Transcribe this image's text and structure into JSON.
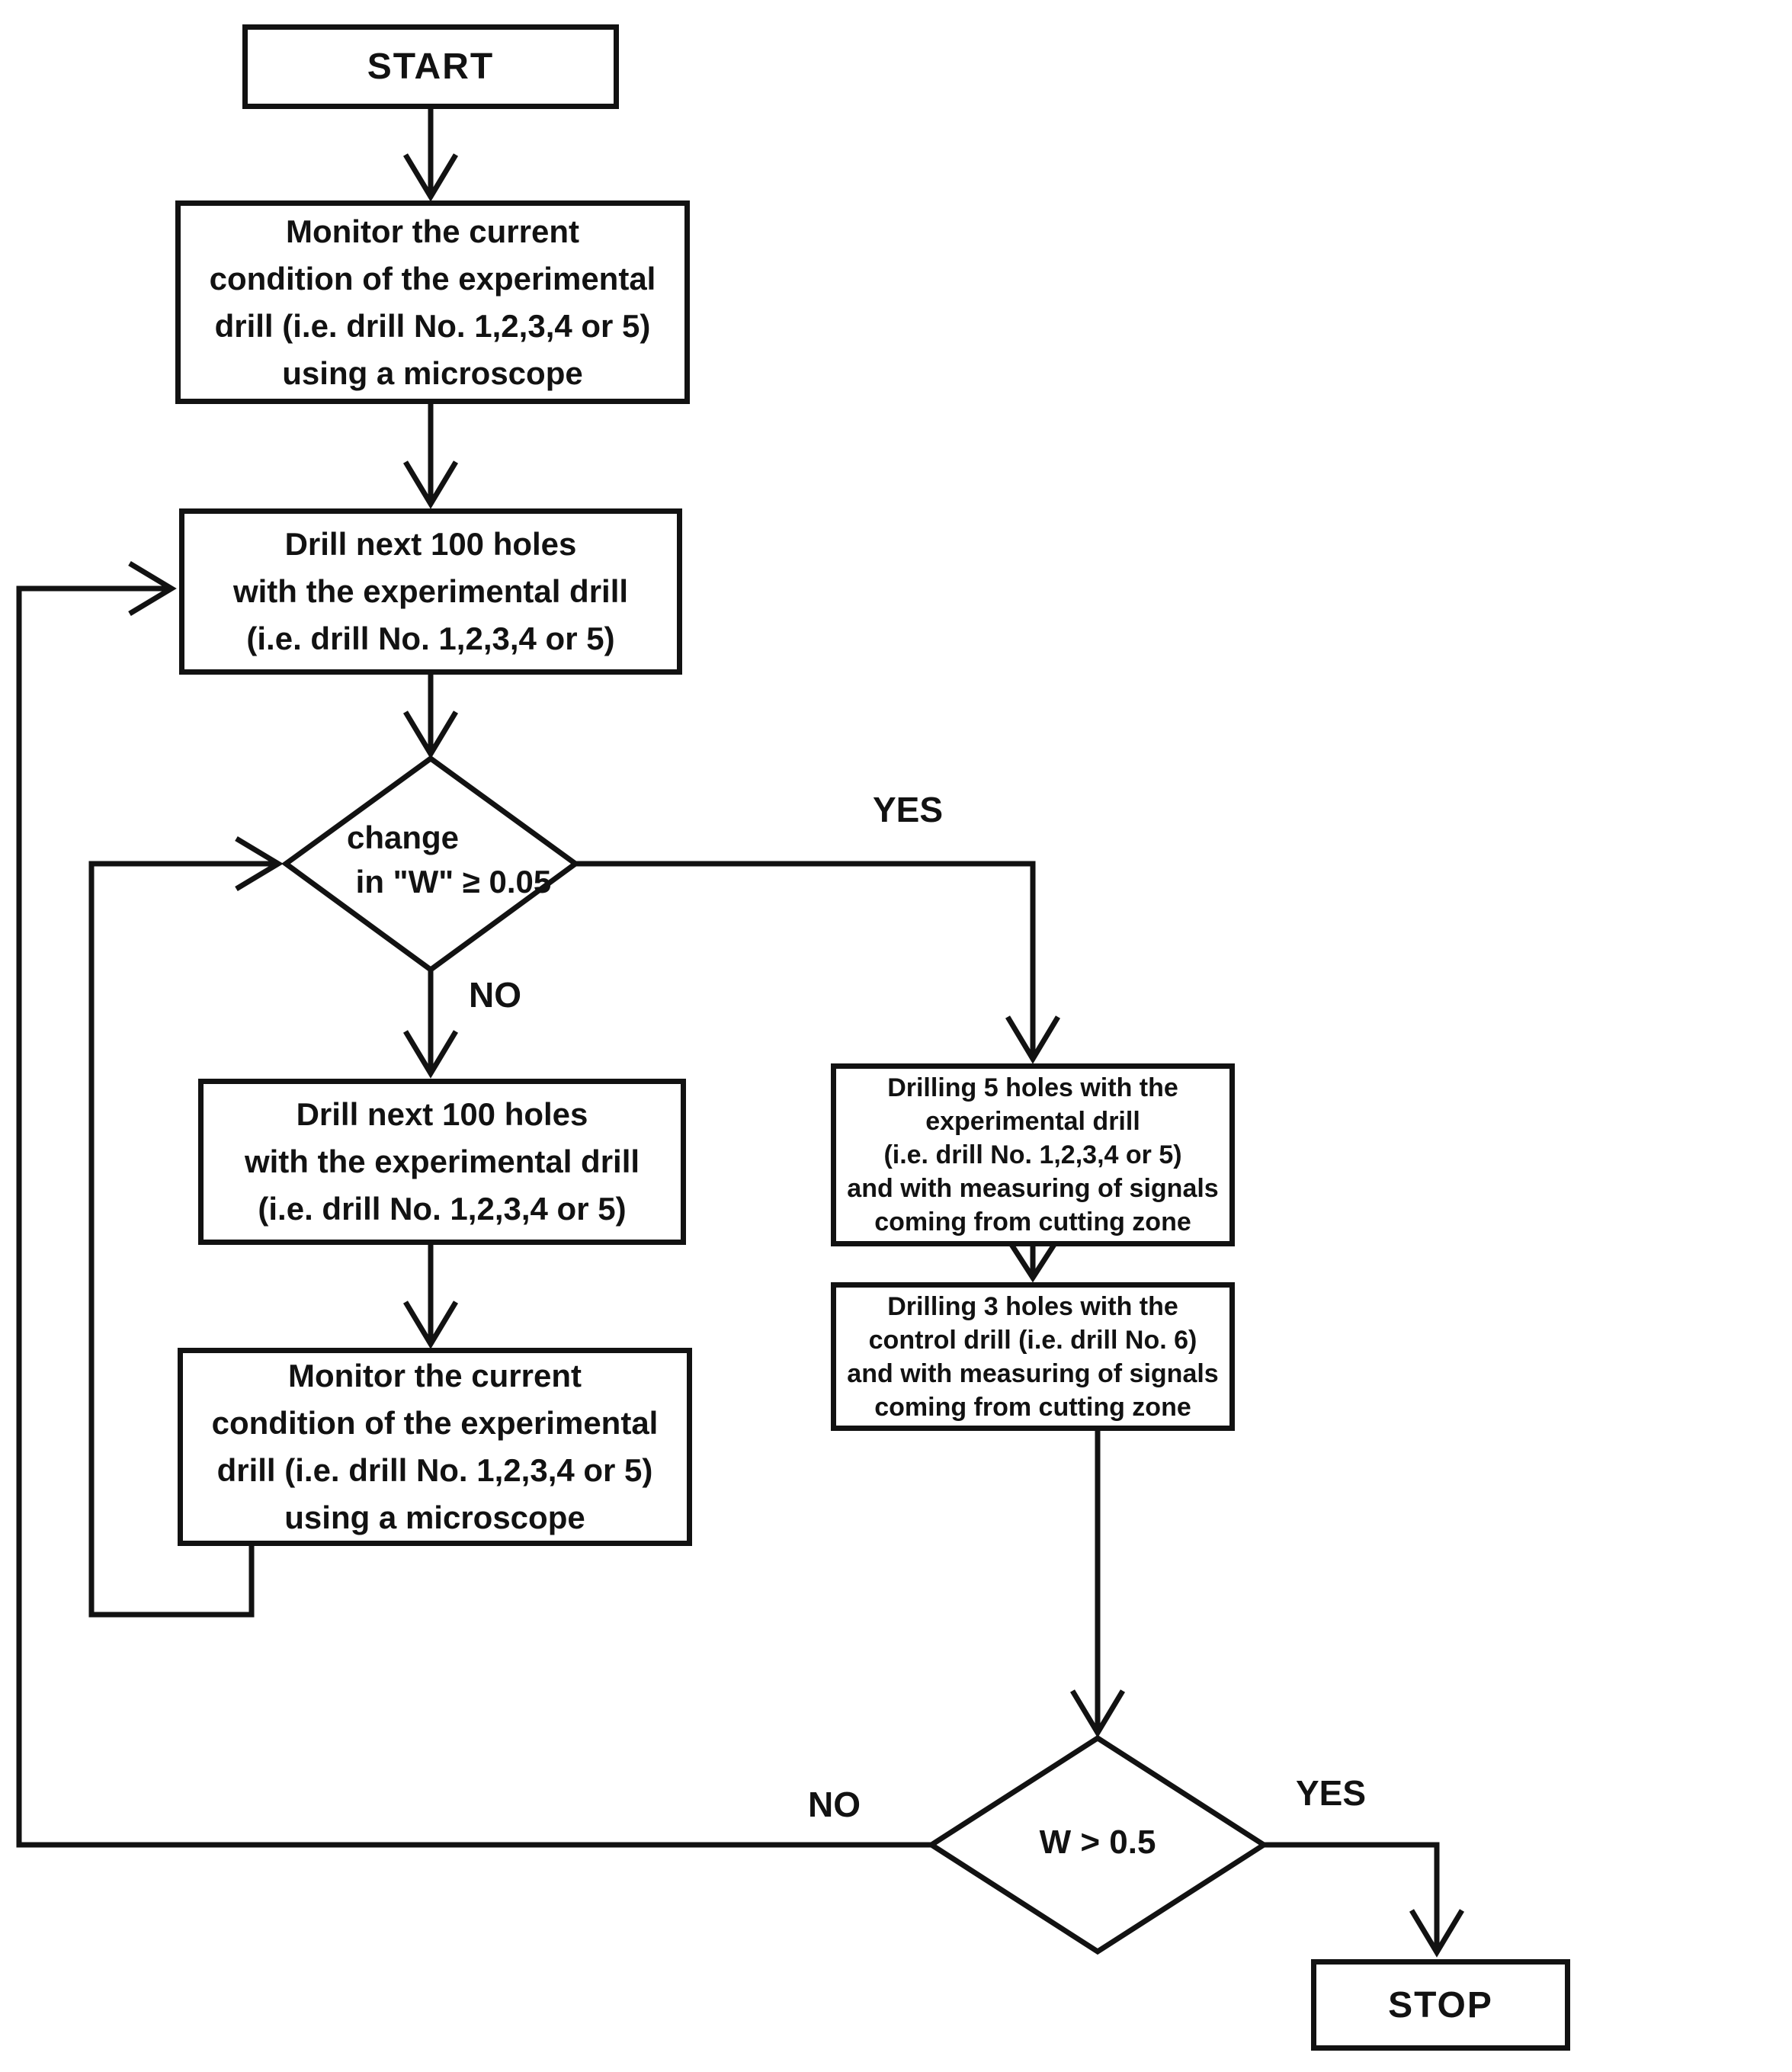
{
  "nodes": {
    "start": "START",
    "monitor_1": "Monitor the current\ncondition of the experimental\ndrill (i.e. drill No. 1,2,3,4 or 5)\nusing a microscope",
    "drill_100_1": "Drill next 100 holes\nwith the experimental drill\n(i.e. drill No. 1,2,3,4 or 5)",
    "decision_change_w": "change\n in \"W\" ≥ 0.05",
    "drill_100_2": "Drill next 100 holes\nwith the experimental drill\n(i.e. drill No. 1,2,3,4 or 5)",
    "monitor_2": "Monitor the current\ncondition of the experimental\ndrill (i.e. drill No. 1,2,3,4 or 5)\nusing a microscope",
    "drilling_5": "Drilling 5 holes with the\nexperimental drill\n(i.e. drill No. 1,2,3,4 or 5)\nand with measuring of signals\ncoming from cutting zone",
    "drilling_3": "Drilling 3 holes with the\ncontrol drill (i.e. drill No. 6)\nand with measuring of signals\ncoming from cutting zone",
    "decision_w_gt_05": "W > 0.5",
    "stop": "STOP"
  },
  "edge_labels": {
    "change_yes": "YES",
    "change_no": "NO",
    "w_no": "NO",
    "w_yes": "YES"
  },
  "colors": {
    "line": "#121212",
    "background": "#ffffff"
  }
}
